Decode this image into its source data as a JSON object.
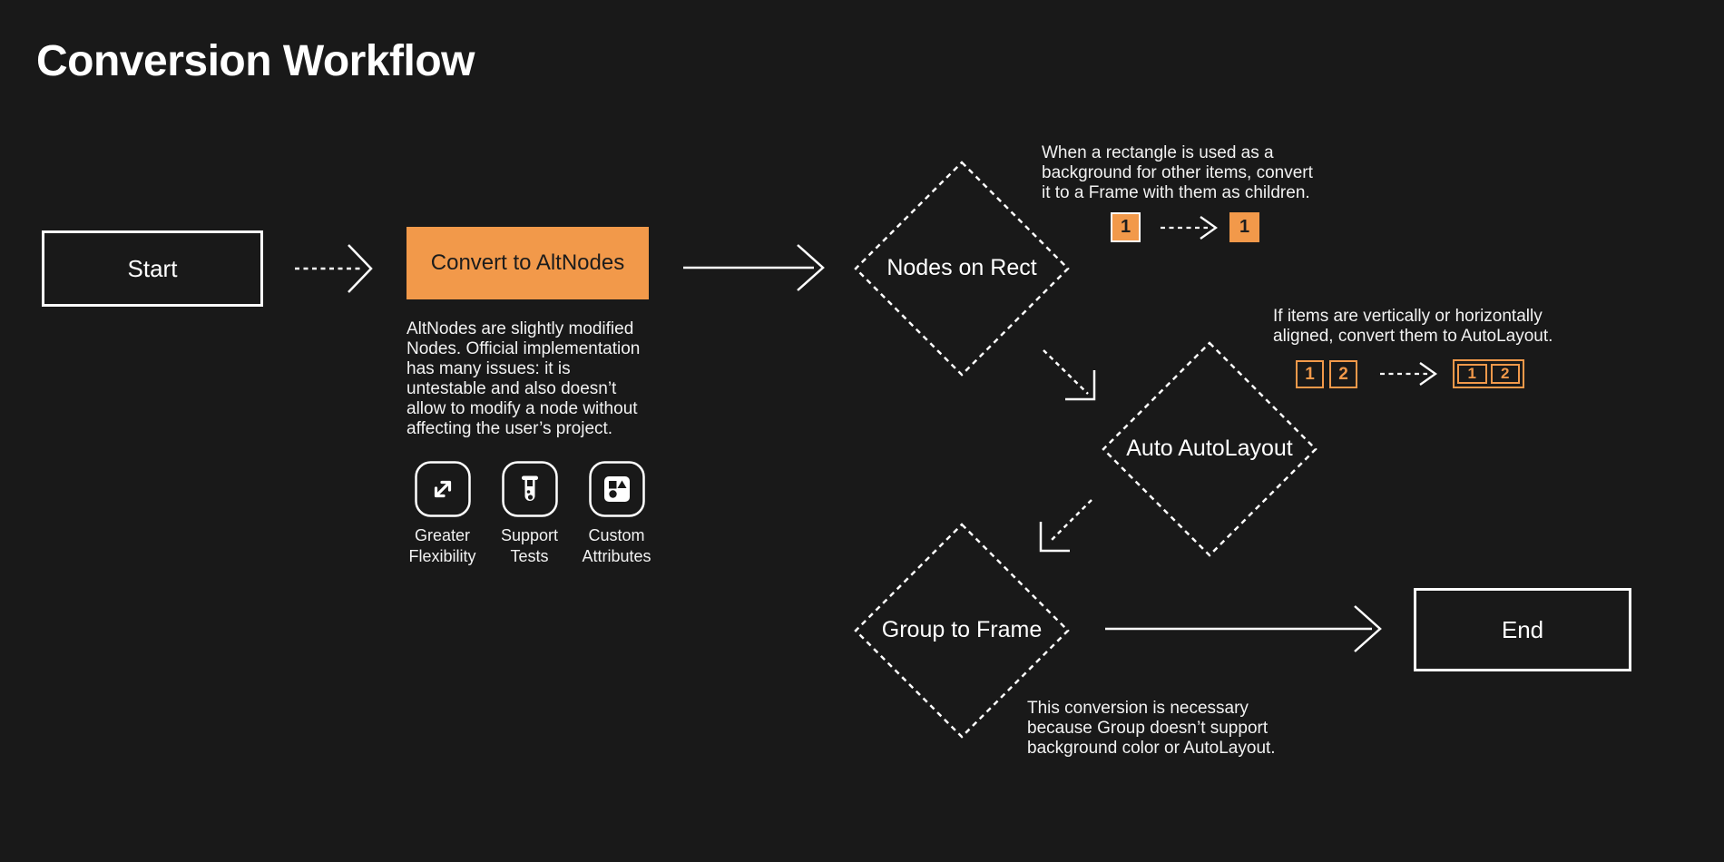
{
  "page": {
    "title": "Conversion Workflow"
  },
  "colors": {
    "background": "#191919",
    "accent_orange": "#F2994A",
    "line_white": "#FFFFFF",
    "dark_text": "#1C1C1C"
  },
  "flow": {
    "start": {
      "label": "Start"
    },
    "convert": {
      "label": "Convert to AltNodes",
      "description": "AltNodes are slightly modified\nNodes. Official implementation\nhas many issues: it is\nuntestable and also doesn’t\nallow to modify a node without\naffecting the user’s project.",
      "features": [
        {
          "icon": "expand-arrows-icon",
          "label": "Greater\nFlexibility"
        },
        {
          "icon": "test-tube-icon",
          "label": "Support\nTests"
        },
        {
          "icon": "shapes-icon",
          "label": "Custom\nAttributes"
        }
      ]
    },
    "nodes_on_rect": {
      "label": "Nodes on Rect",
      "note": "When a rectangle is used as a\nbackground for other items, convert\nit to a Frame with them as children.",
      "demo": {
        "before": [
          "1"
        ],
        "after": [
          "1"
        ]
      }
    },
    "auto_autolayout": {
      "label": "Auto AutoLayout",
      "note": "If items are vertically or horizontally\naligned, convert them to AutoLayout.",
      "demo": {
        "before": [
          "1",
          "2"
        ],
        "after": [
          "1",
          "2"
        ]
      }
    },
    "group_to_frame": {
      "label": "Group to Frame",
      "note": "This conversion is necessary\nbecause Group doesn’t support\nbackground color or AutoLayout."
    },
    "end": {
      "label": "End"
    }
  }
}
